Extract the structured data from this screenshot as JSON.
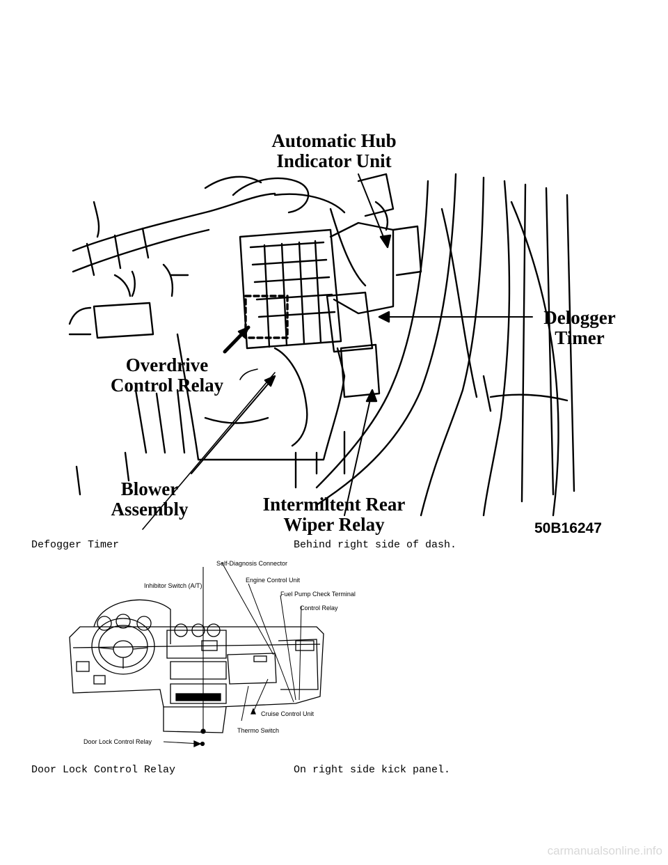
{
  "figure1": {
    "callouts": {
      "hub_line1": "Automatic Hub",
      "hub_line2": "Indicator Unit",
      "delogger_line1": "Delogger",
      "delogger_line2": "Timer",
      "overdrive_line1": "Overdrive",
      "overdrive_line2": "Control Relay",
      "blower_line1": "Blower",
      "blower_line2": "Assembly",
      "wiper_line1": "Intermiltent Rear",
      "wiper_line2": "Wiper Relay"
    },
    "figure_code": "50B16247"
  },
  "row1": {
    "component": "Defogger Timer",
    "location": "Behind right side of dash."
  },
  "figure2": {
    "callouts": {
      "self_diag": "Self-Diagnosis Connector",
      "inhibitor": "Inhibitor Switch (A/T)",
      "engine_cu": "Engine Control Unit",
      "fuel_pump": "Fuel Pump Check Terminal",
      "control_relay": "Control Relay",
      "cruise": "Cruise Control Unit",
      "thermo": "Thermo Switch",
      "door_lock": "Door Lock Control Relay"
    }
  },
  "row2": {
    "component": "Door Lock Control Relay",
    "location": "On right side kick panel."
  },
  "watermark": "carmanualsonline.info"
}
